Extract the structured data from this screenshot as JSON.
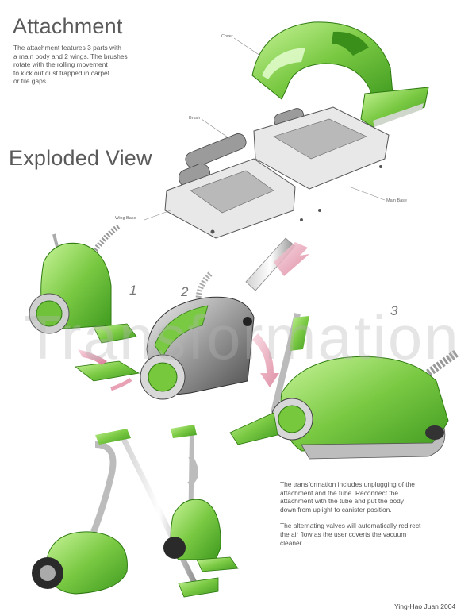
{
  "attachment": {
    "title": "Attachment",
    "lines": [
      "The attachment features 3 parts with",
      "a main body and 2 wings. The brushes",
      "rotate with the rolling movement",
      "to kick out dust trapped in carpet",
      "or tile gaps."
    ]
  },
  "exploded": {
    "title": "Exploded View",
    "labels": {
      "cover": "Cover",
      "brush": "Brush",
      "wing_base": "Wing Base",
      "main_base": "Main Base"
    }
  },
  "transformation": {
    "watermark": "Transformation",
    "steps": [
      "1",
      "2",
      "3"
    ],
    "paragraph1": [
      "The transformation includes unplugging of the",
      "attachment and the tube. Reconnect the",
      "attachment with the tube and put the body",
      "down from uplight to canister position."
    ],
    "paragraph2": [
      "The alternating valves will automatically redirect",
      "the air flow as the user coverts the vacuum",
      "cleaner."
    ]
  },
  "signature": "Ying-Hao Juan 2004",
  "colors": {
    "accent_green": "#7ac943",
    "dark_green": "#3f9a1f",
    "gray": "#8a8a8a",
    "pink": "#e9a2b5"
  }
}
